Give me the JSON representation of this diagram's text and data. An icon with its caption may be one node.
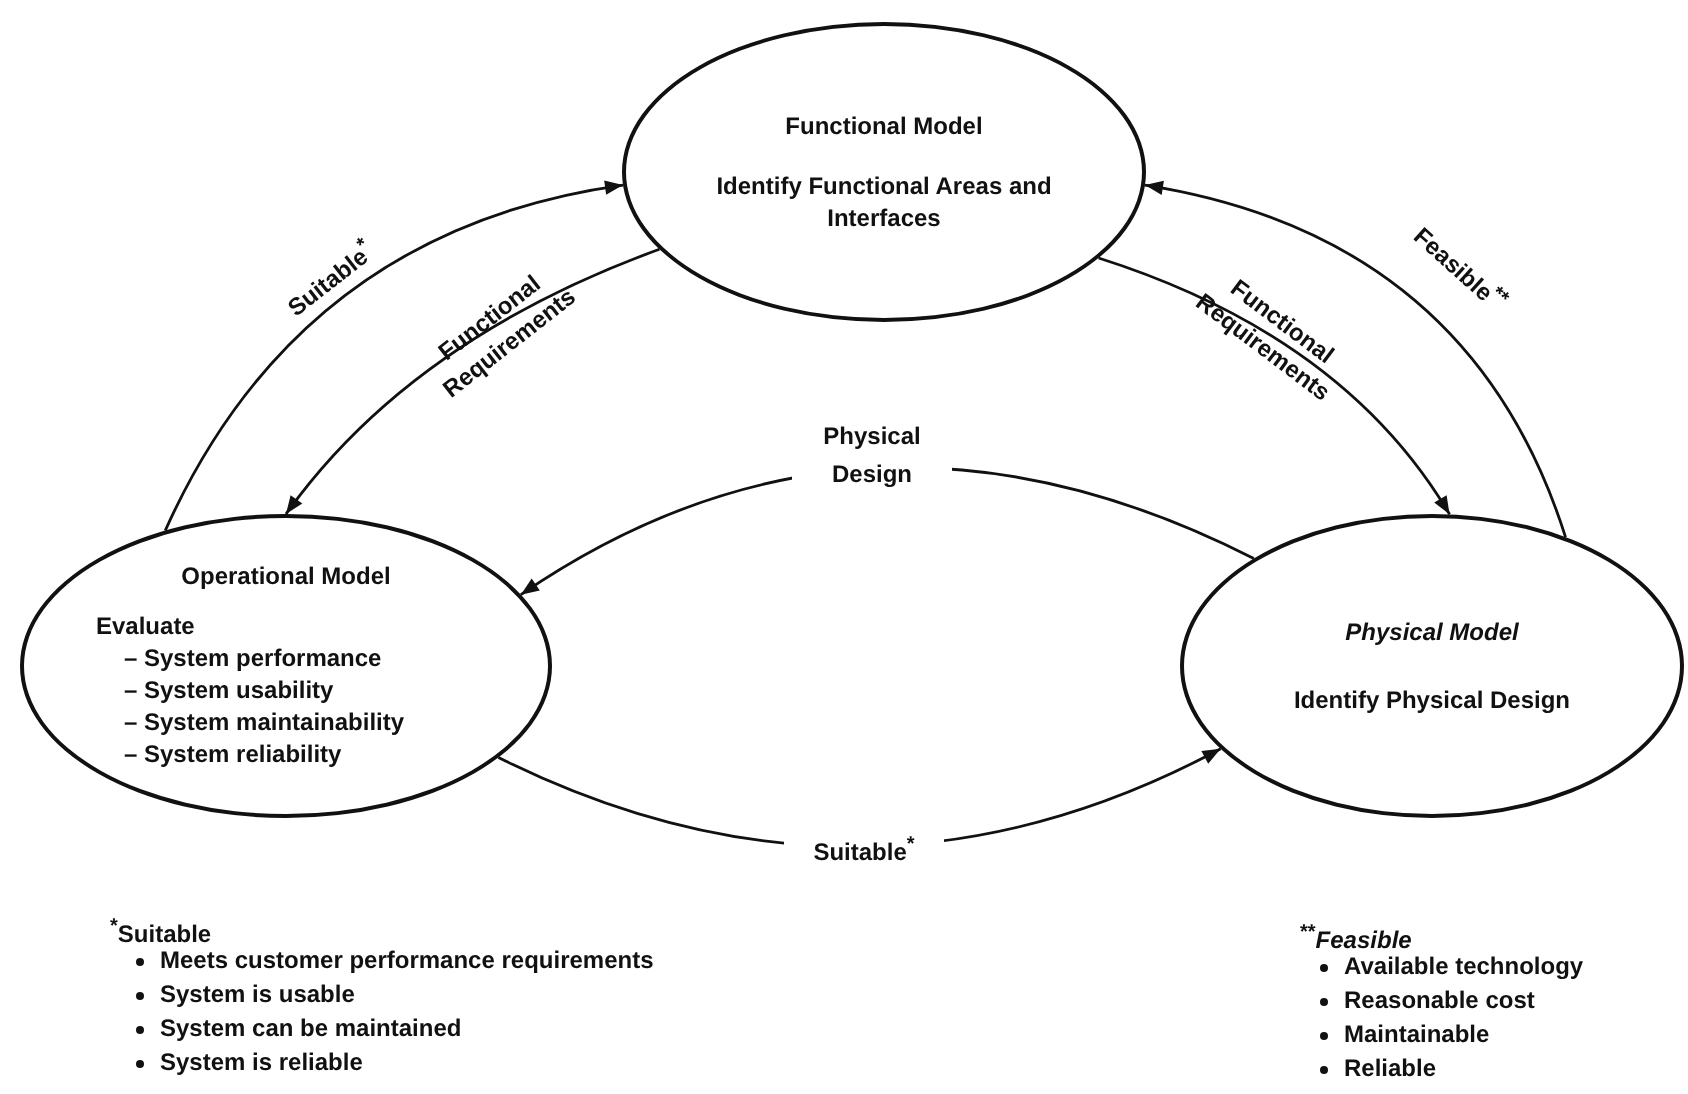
{
  "diagram": {
    "nodes": [
      {
        "text": [
          "Functional Model",
          "Identify Functional Areas and Interfaces"
        ]
      },
      {
        "text": [
          "Operational Model",
          "Evaluate",
          "– System performance",
          "– System usability",
          "– System maintainability",
          "– System reliability"
        ]
      },
      {
        "text": [
          "Physical Model",
          "Identify Physical Design"
        ]
      }
    ],
    "edges": [
      {
        "from": 1,
        "to": 0,
        "arrow": "to",
        "label": "Suitable$^{*}$"
      },
      {
        "from": 0,
        "to": 1,
        "arrow": "to",
        "label": "Functional Requirements"
      },
      {
        "from": 0,
        "to": 2,
        "arrow": "to",
        "label": "Functional Requirements"
      },
      {
        "from": 2,
        "to": 0,
        "arrow": "to",
        "label": "Feasible$^{**}$"
      },
      {
        "from": 2,
        "to": 1,
        "arrow": "to",
        "label": "Physical Design"
      },
      {
        "from": 1,
        "to": 2,
        "arrow": "to",
        "label": "Suitable$^{*}$"
      }
    ],
    "labels": [
      "$^{*}$Suitable",
      "Meets customer performance requirements",
      "System is usable",
      "System can be maintained",
      "System is reliable",
      "$^{**}$*Feasible*",
      "Available technology",
      "Reasonable cost",
      "Maintainable",
      "Reliable"
    ]
  }
}
